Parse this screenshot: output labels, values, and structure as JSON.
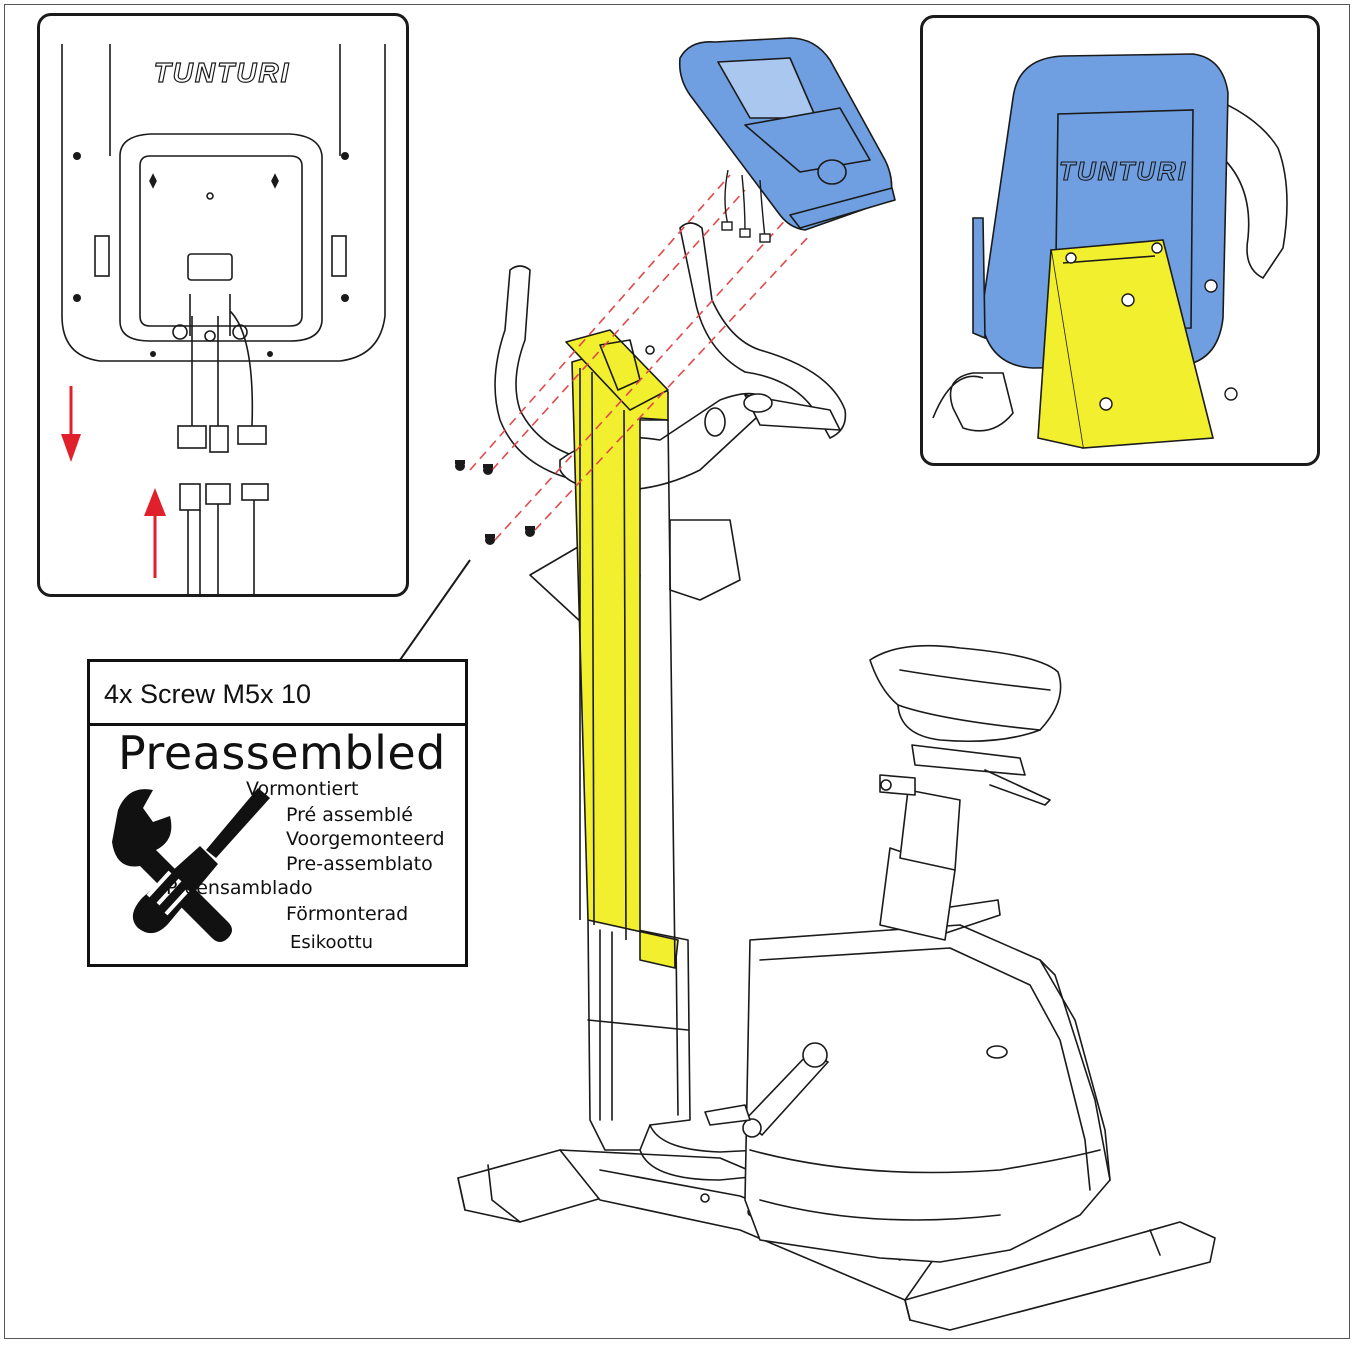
{
  "brand": {
    "logo_text_back": "TUNTURI",
    "logo_text_console": "TUNTURI"
  },
  "label_box": {
    "screw_spec": "4x  Screw M5x 10",
    "title": "Preassembled",
    "translations": [
      "Vormontiert",
      "Pré assemblé",
      "Voorgemonteerd",
      "Pre-assemblato",
      "Preensamblado",
      "Förmonterad",
      "Esikoottu"
    ]
  },
  "colors": {
    "console_blue": "#6f9fe0",
    "upright_yellow": "#f2ef2e",
    "arrow_red": "#e0202a",
    "guide_red": "#e04a4a",
    "line": "#1a1a1a"
  },
  "icons": [
    "arrow-down-icon",
    "arrow-up-icon",
    "wrench-screwdriver-icon"
  ]
}
